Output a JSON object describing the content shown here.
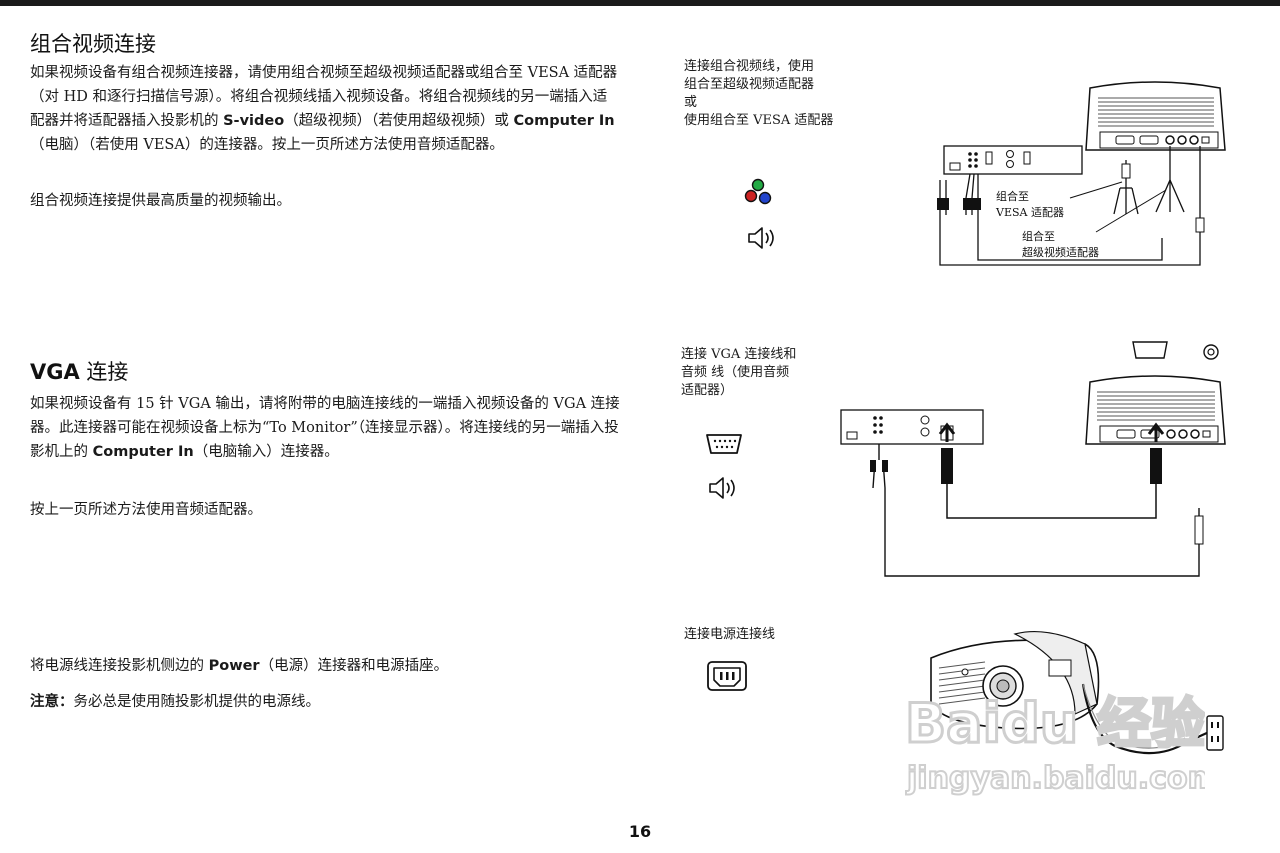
{
  "section1": {
    "title": "组合视频连接",
    "p1_a": "如果视频设备有组合视频连接器，请使用组合视频至超级视频适配器或组合至 VESA 适配器（对 HD 和逐行扫描信号源）。将组合视频线插入视频设备。将组合视频线的另一端插入适配器并将适配器插入投影机的",
    "p1_kw1": "S-video",
    "p1_b": "（超级视频）（若使用超级视频）或",
    "p1_kw2": "Computer In",
    "p1_c": "（电脑）（若使用 VESA）的连接器。按上一页所述方法使用音频适配器。",
    "p2": "组合视频连接提供最高质量的视频输出。",
    "caption": "连接组合视频线，使用\n组合至超级视频适配器\n或\n使用组合至 VESA 适配器",
    "label_vesa_1": "组合至",
    "label_vesa_2": "VESA 适配器",
    "label_svideo_1": "组合至",
    "label_svideo_2": "超级视频适配器"
  },
  "section2": {
    "title_kw": "VGA",
    "title_rest": " 连接",
    "p1_a": "如果视频设备有 15 针 VGA 输出，请将附带的电脑连接线的一端插入视频设备的 VGA 连接器。此连接器可能在视频设备上标为“To Monitor”（连接显示器）。将连接线的另一端插入投影机上的",
    "p1_kw": "Computer In",
    "p1_b": "（电脑输入）连接器。",
    "p2": "按上一页所述方法使用音频适配器。",
    "caption": "连接 VGA 连接线和\n音频  线（使用音频\n适配器）"
  },
  "section3": {
    "p1_a": "将电源线连接投影机侧边的",
    "p1_kw": "Power",
    "p1_b": "（电源）连接器和电源插座。",
    "note_label": "注意：",
    "note_text": "务必总是使用随投影机提供的电源线。",
    "caption": "连接电源连接线"
  },
  "footer": {
    "page_number": "16"
  },
  "watermark": {
    "brand": "Baidu 经验",
    "url": "jingyan.baidu.com"
  },
  "colors": {
    "text": "#1a1a1a",
    "rule": "#1a1a1a",
    "component_red": "#cc2222",
    "component_green": "#22aa44",
    "component_blue": "#2244cc",
    "watermark": "#d8d8d8"
  },
  "icons": [
    "component-video-icon",
    "audio-speaker-icon",
    "vga-port-icon",
    "power-port-icon"
  ]
}
